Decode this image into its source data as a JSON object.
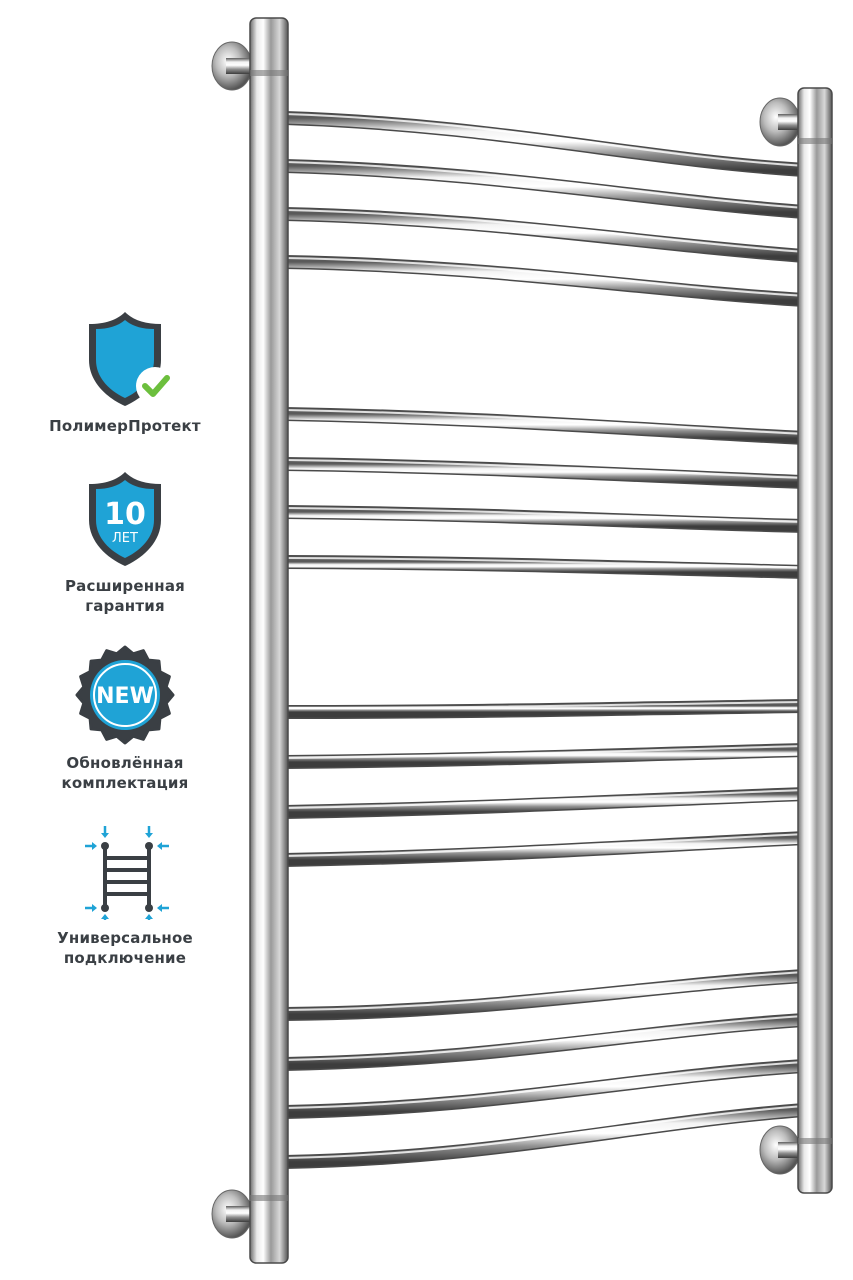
{
  "features": [
    {
      "icon": "shield-check-icon",
      "label": "ПолимерПротект"
    },
    {
      "icon": "shield-warranty-icon",
      "badge_number": "10",
      "badge_unit": "ЛЕТ",
      "label": "Расширенная\nгарантия"
    },
    {
      "icon": "new-badge-icon",
      "badge_text": "NEW",
      "label": "Обновлённая\nкомплектация"
    },
    {
      "icon": "connection-diagram-icon",
      "label": "Универсальное\nподключение"
    }
  ],
  "colors": {
    "accent": "#1fa3d6",
    "dark": "#3a3f44",
    "check": "#6cbf3d"
  },
  "rail_groups": [
    4,
    4,
    4,
    4
  ]
}
